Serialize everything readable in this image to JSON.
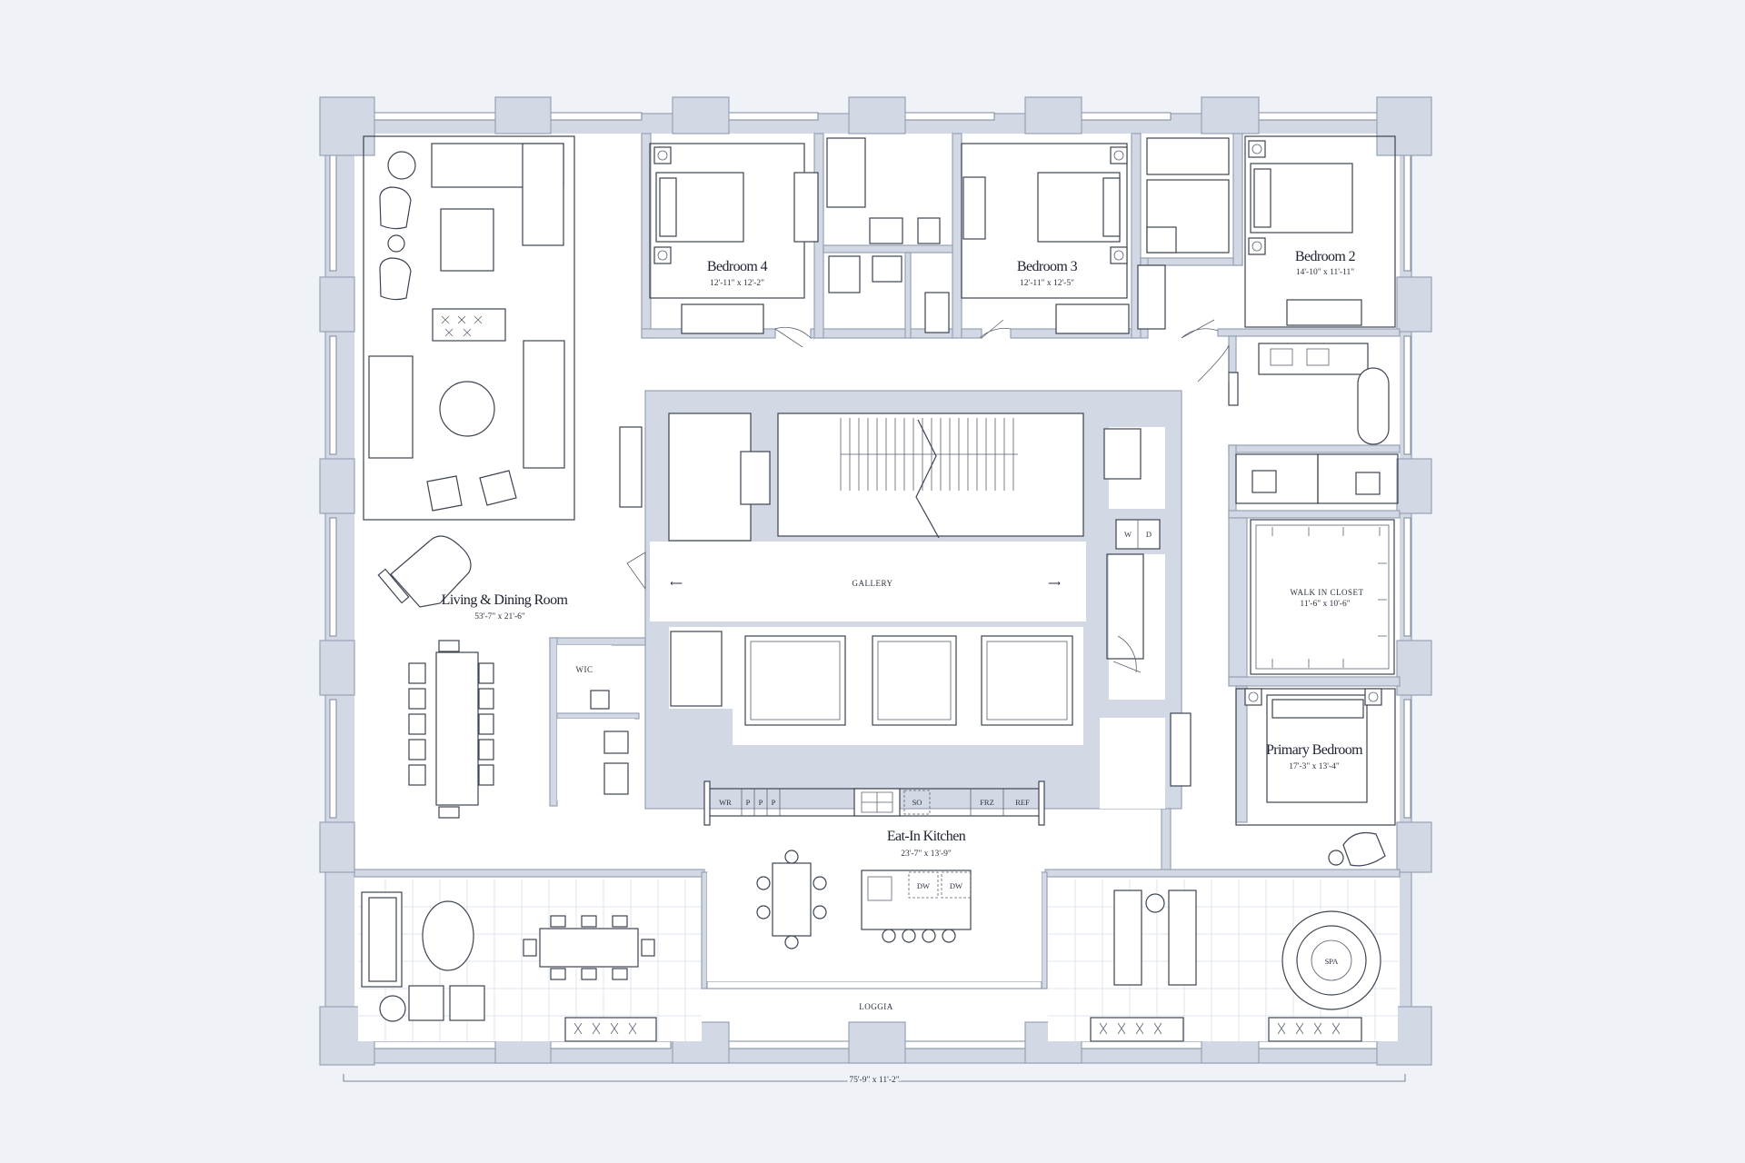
{
  "rooms": {
    "living": {
      "name": "Living & Dining Room",
      "dim": "53'-7\" x 21'-6\""
    },
    "bedroom4": {
      "name": "Bedroom 4",
      "dim": "12'-11\" x 12'-2\""
    },
    "bedroom3": {
      "name": "Bedroom 3",
      "dim": "12'-11\" x 12'-5\""
    },
    "bedroom2": {
      "name": "Bedroom 2",
      "dim": "14'-10\" x 11'-11\""
    },
    "walk_in_closet": {
      "name": "WALK IN CLOSET",
      "dim": "11'-6\" x 10'-6\""
    },
    "primary": {
      "name": "Primary Bedroom",
      "dim": "17'-3\" x 13'-4\""
    },
    "kitchen": {
      "name": "Eat-In Kitchen",
      "dim": "23'-7\" x 13'-9\""
    },
    "gallery": {
      "name": "GALLERY"
    },
    "loggia": {
      "name": "LOGGIA"
    },
    "wic": {
      "name": "WIC"
    }
  },
  "labels": {
    "spa": "SPA",
    "laundry_w": "W",
    "laundry_d": "D",
    "wr": "WR",
    "pantry": "P",
    "so": "SO",
    "frz": "FRZ",
    "ref": "REF",
    "dw": "DW",
    "arrow_left": "⟵",
    "arrow_right": "⟶"
  },
  "overall_dim": "75'-9\" x 11'-2\"",
  "colors": {
    "background": "#eff3f8",
    "wall": "#d2d9e5",
    "ink": "#3c4452"
  }
}
